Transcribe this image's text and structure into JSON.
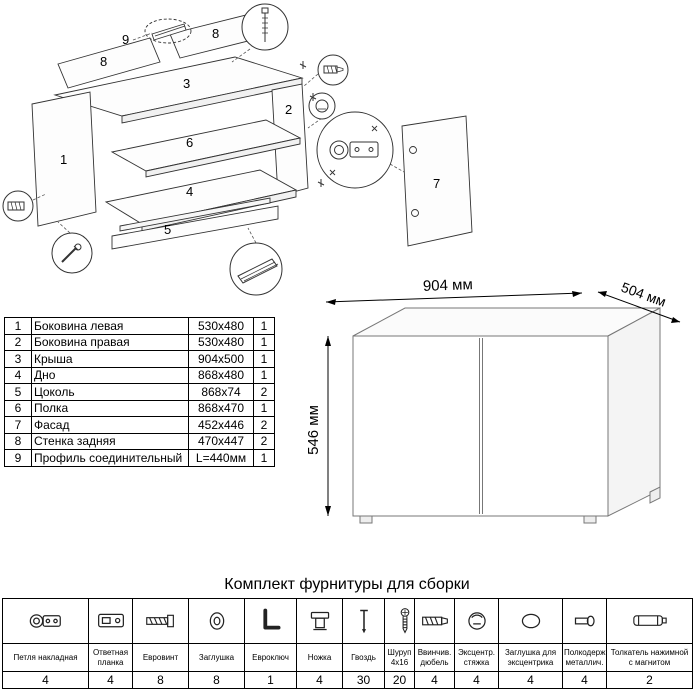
{
  "title": "Комплект фурнитуры для сборки",
  "diagram": {
    "labels": {
      "one": "1",
      "two": "2",
      "three": "3",
      "four": "4",
      "five": "5",
      "six": "6",
      "seven": "7",
      "eight": "8",
      "nine": "9"
    }
  },
  "dimensions": {
    "width": "904 мм",
    "depth": "504 мм",
    "height": "546 мм"
  },
  "parts_table": {
    "rows": [
      {
        "num": "1",
        "name": "Боковина левая",
        "size": "530x480",
        "qty": "1"
      },
      {
        "num": "2",
        "name": "Боковина правая",
        "size": "530x480",
        "qty": "1"
      },
      {
        "num": "3",
        "name": "Крыша",
        "size": "904x500",
        "qty": "1"
      },
      {
        "num": "4",
        "name": "Дно",
        "size": "868x480",
        "qty": "1"
      },
      {
        "num": "5",
        "name": "Цоколь",
        "size": "868x74",
        "qty": "2"
      },
      {
        "num": "6",
        "name": "Полка",
        "size": "868x470",
        "qty": "1"
      },
      {
        "num": "7",
        "name": "Фасад",
        "size": "452x446",
        "qty": "2"
      },
      {
        "num": "8",
        "name": "Стенка задняя",
        "size": "470x447",
        "qty": "2"
      },
      {
        "num": "9",
        "name": "Профиль соединительный",
        "size": "L=440мм",
        "qty": "1"
      }
    ]
  },
  "hardware_table": {
    "items": [
      {
        "name": "Петля накладная",
        "qty": "4",
        "icon": "hinge"
      },
      {
        "name": "Ответная планка",
        "qty": "4",
        "icon": "plate"
      },
      {
        "name": "Евровинт",
        "qty": "8",
        "icon": "euroscrew"
      },
      {
        "name": "Заглушка",
        "qty": "8",
        "icon": "cap"
      },
      {
        "name": "Евроключ",
        "qty": "1",
        "icon": "hexkey"
      },
      {
        "name": "Ножка",
        "qty": "4",
        "icon": "leg"
      },
      {
        "name": "Гвоздь",
        "qty": "30",
        "icon": "nail"
      },
      {
        "name": "Шуруп 4x16",
        "qty": "20",
        "icon": "screw"
      },
      {
        "name": "Ввинчив. дюбель",
        "qty": "4",
        "icon": "dowel"
      },
      {
        "name": "Эксцентр. стяжка",
        "qty": "4",
        "icon": "cam"
      },
      {
        "name": "Заглушка для эксцентрика",
        "qty": "4",
        "icon": "camcap"
      },
      {
        "name": "Полкодерж. металлич.",
        "qty": "4",
        "icon": "shelfpin"
      },
      {
        "name": "Толкатель нажимной с магнитом",
        "qty": "2",
        "icon": "pushlatch"
      }
    ]
  }
}
